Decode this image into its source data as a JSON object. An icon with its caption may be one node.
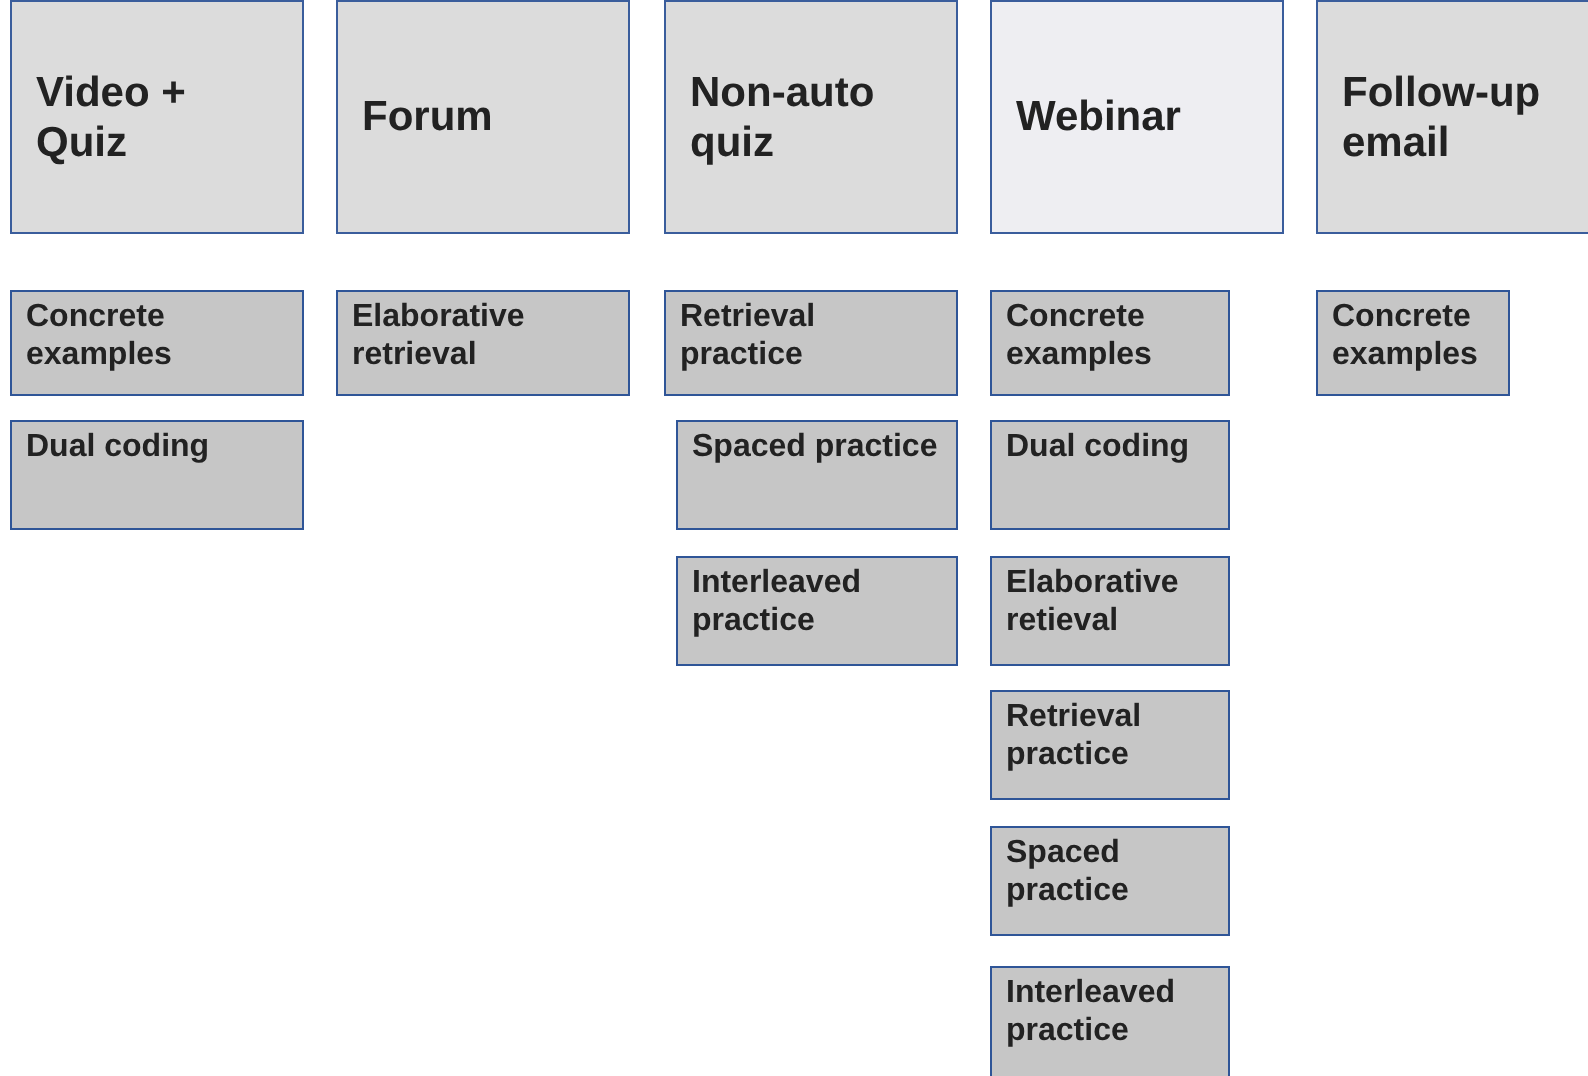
{
  "diagram": {
    "nodes": [
      {
        "text": [
          "Video + Quiz"
        ]
      },
      {
        "text": [
          "Concrete examples"
        ]
      },
      {
        "text": [
          "Dual coding"
        ]
      },
      {
        "text": [
          "Forum"
        ]
      },
      {
        "text": [
          "Elaborative retrieval"
        ]
      },
      {
        "text": [
          "Non-auto quiz"
        ]
      },
      {
        "text": [
          "Retrieval practice"
        ]
      },
      {
        "text": [
          "Spaced practice"
        ]
      },
      {
        "text": [
          "Interleaved practice"
        ]
      },
      {
        "text": [
          "Webinar"
        ]
      },
      {
        "text": [
          "Concrete examples"
        ]
      },
      {
        "text": [
          "Dual coding"
        ]
      },
      {
        "text": [
          "Elaborative retieval"
        ]
      },
      {
        "text": [
          "Retrieval practice"
        ]
      },
      {
        "text": [
          "Spaced practice"
        ]
      },
      {
        "text": [
          "Interleaved practice"
        ]
      },
      {
        "text": [
          "Follow-up email"
        ]
      },
      {
        "text": [
          "Concrete examples"
        ]
      }
    ],
    "edges": []
  }
}
